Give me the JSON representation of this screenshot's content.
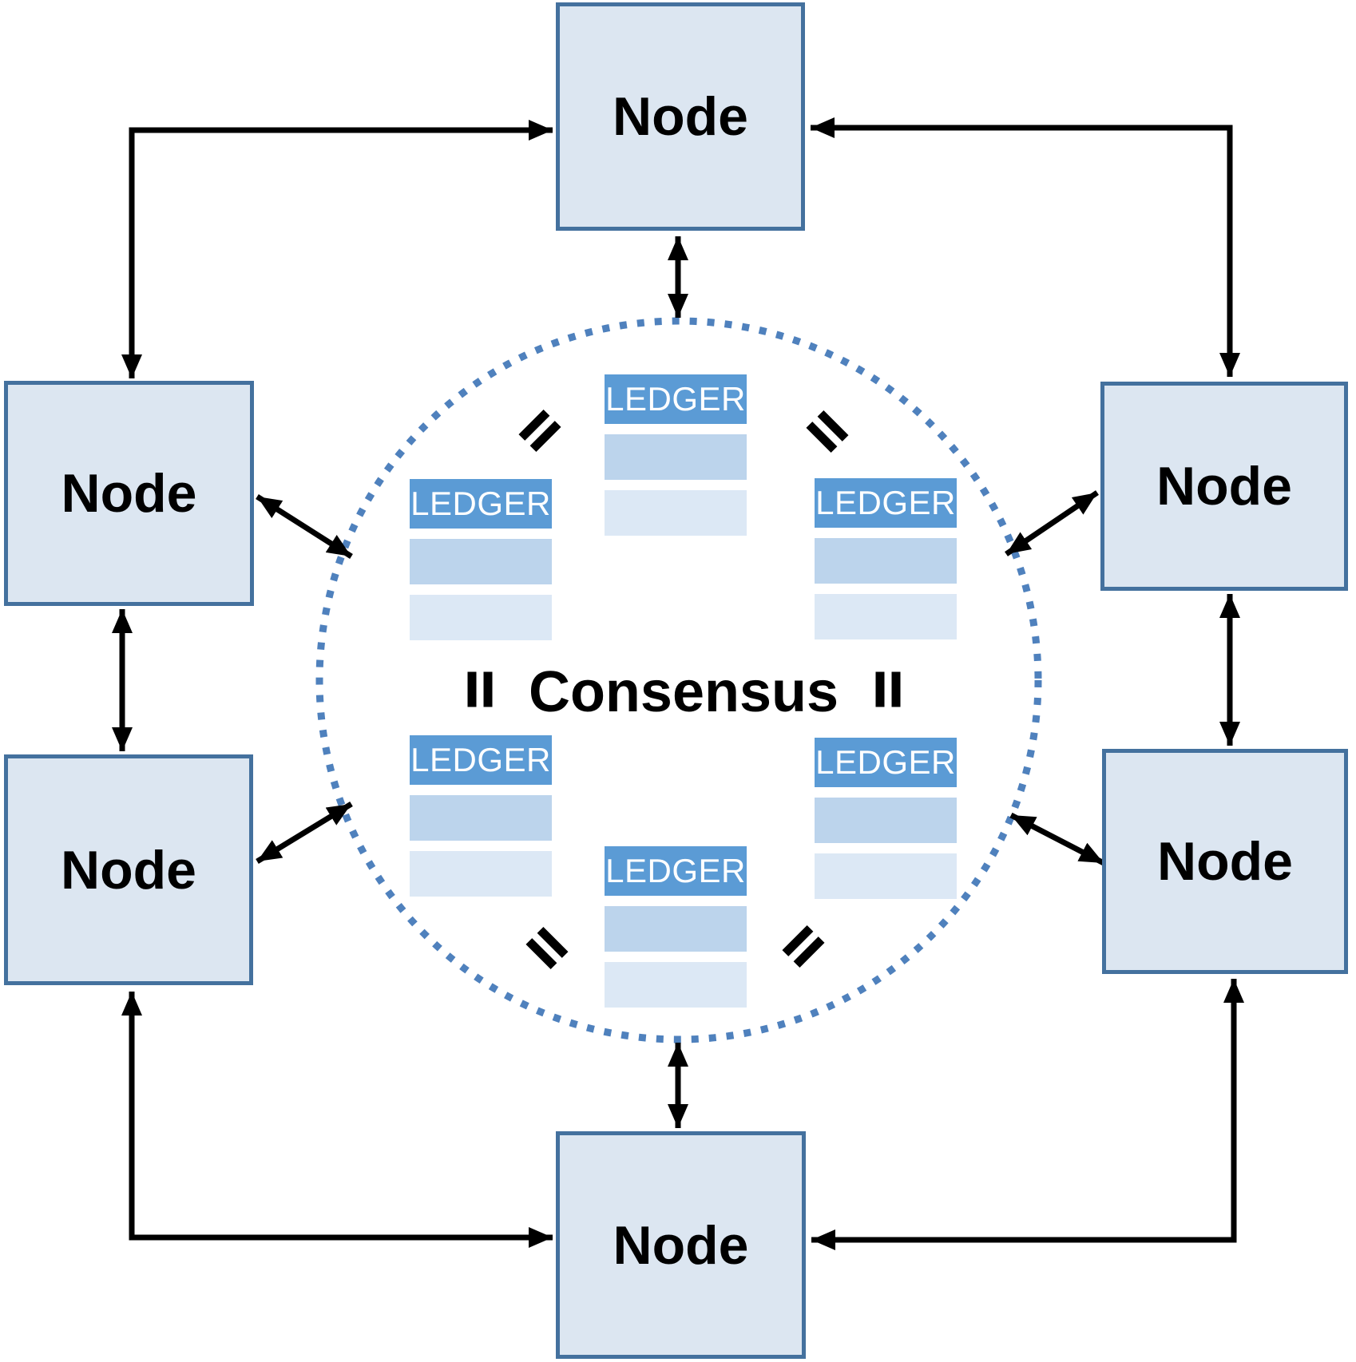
{
  "diagram": {
    "consensus_label": "Consensus",
    "equals_symbol": "=",
    "nodes": [
      {
        "id": "top",
        "label": "Node"
      },
      {
        "id": "left-top",
        "label": "Node"
      },
      {
        "id": "left-bottom",
        "label": "Node"
      },
      {
        "id": "right-top",
        "label": "Node"
      },
      {
        "id": "right-bottom",
        "label": "Node"
      },
      {
        "id": "bottom",
        "label": "Node"
      }
    ],
    "ledgers": [
      {
        "id": "top",
        "label": "LEDGER"
      },
      {
        "id": "upper-left",
        "label": "LEDGER"
      },
      {
        "id": "upper-right",
        "label": "LEDGER"
      },
      {
        "id": "lower-left",
        "label": "LEDGER"
      },
      {
        "id": "lower-right",
        "label": "LEDGER"
      },
      {
        "id": "bottom",
        "label": "LEDGER"
      }
    ],
    "colors": {
      "node_fill": "#dce6f1",
      "node_border": "#44719e",
      "ledger_header": "#5b9bd5",
      "ledger_row_medium": "#bcd4ec",
      "ledger_row_light": "#dce8f5",
      "circle_dot": "#4f81bd",
      "arrow": "#000000",
      "text": "#000000",
      "ledger_text": "#ffffff"
    }
  }
}
